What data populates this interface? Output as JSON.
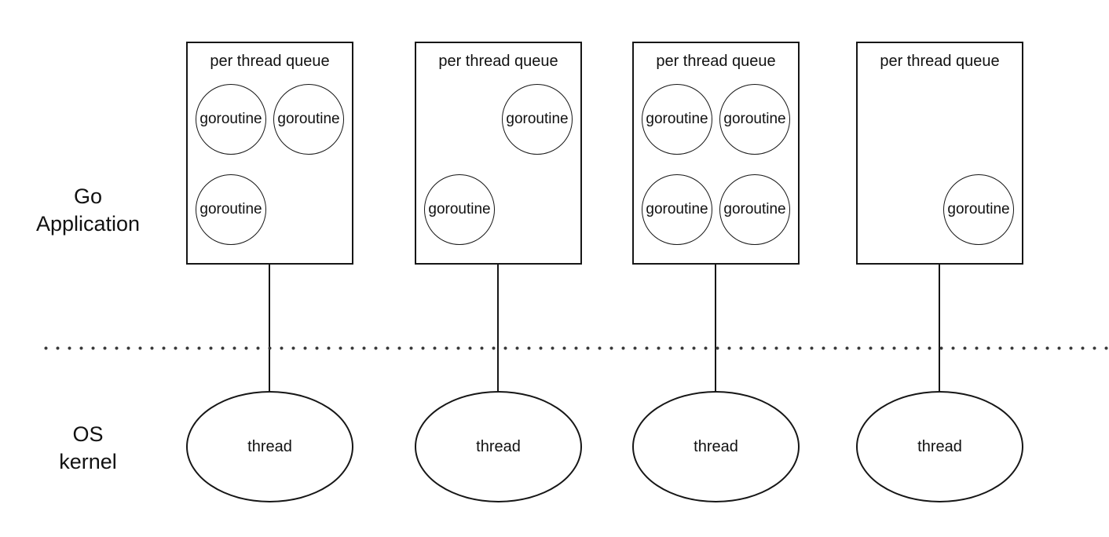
{
  "labels": {
    "app_layer": "Go\nApplication",
    "kernel_layer": "OS\nkernel"
  },
  "queues": [
    {
      "title": "per thread queue",
      "goroutines": [
        "goroutine",
        "goroutine",
        "goroutine"
      ]
    },
    {
      "title": "per thread queue",
      "goroutines": [
        "goroutine",
        "goroutine"
      ]
    },
    {
      "title": "per thread queue",
      "goroutines": [
        "goroutine",
        "goroutine",
        "goroutine",
        "goroutine"
      ]
    },
    {
      "title": "per thread queue",
      "goroutines": [
        "goroutine"
      ]
    }
  ],
  "threads": [
    {
      "label": "thread"
    },
    {
      "label": "thread"
    },
    {
      "label": "thread"
    },
    {
      "label": "thread"
    }
  ]
}
